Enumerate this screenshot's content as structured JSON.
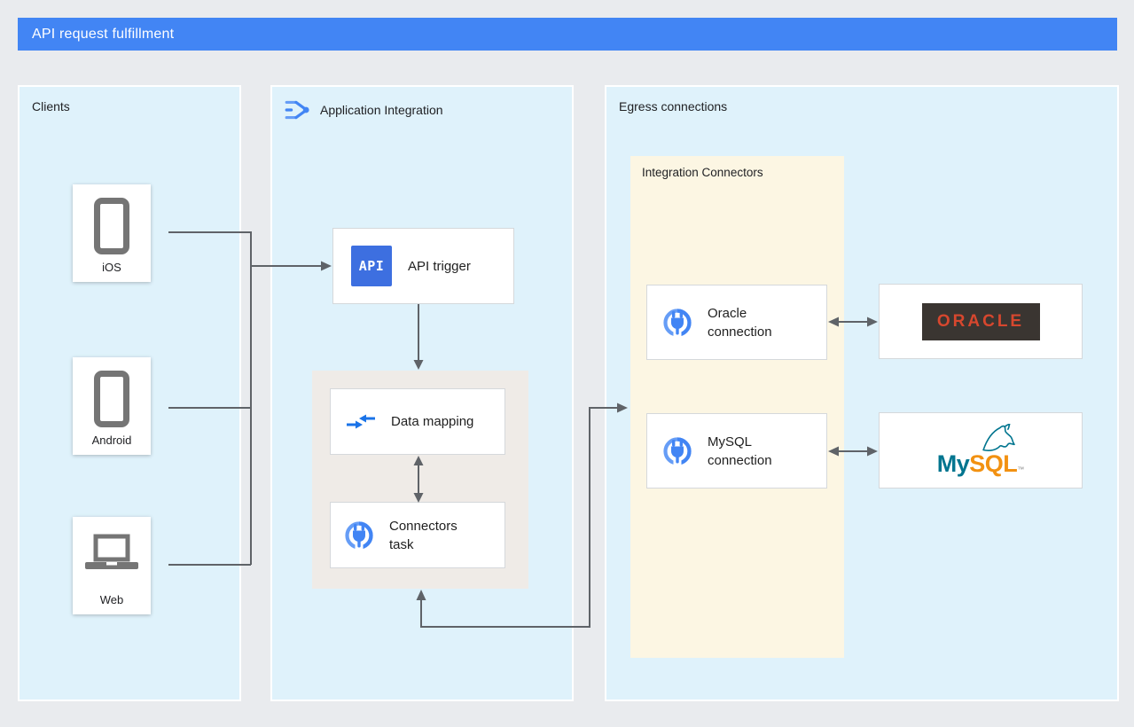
{
  "header": {
    "title": "API request fulfillment"
  },
  "clients_panel": {
    "label": "Clients",
    "items": [
      {
        "label": "iOS",
        "icon": "smartphone-icon"
      },
      {
        "label": "Android",
        "icon": "smartphone-icon"
      },
      {
        "label": "Web",
        "icon": "laptop-icon"
      }
    ]
  },
  "integration_panel": {
    "label": "Application Integration",
    "icon": "application-integration-icon",
    "api_trigger": {
      "label": "API trigger",
      "icon_text": "API"
    },
    "task_group": {
      "data_mapping": {
        "label": "Data mapping"
      },
      "connectors_task": {
        "label": "Connectors task"
      }
    }
  },
  "egress_panel": {
    "label": "Egress connections",
    "integration_connectors": {
      "label": "Integration Connectors",
      "connections": [
        {
          "label": "Oracle connection"
        },
        {
          "label": "MySQL connection"
        }
      ]
    },
    "targets": {
      "oracle": {
        "label": "ORACLE"
      },
      "mysql": {
        "my": "My",
        "sql": "SQL",
        "tm": "™"
      }
    }
  },
  "colors": {
    "header_bar": "#4285F4",
    "panel_fill": "#DFF2FB",
    "connectors_panel_fill": "#FCF6E3",
    "tasks_group_fill": "#EFEBE7",
    "connector_line": "#5F6368",
    "google_blue": "#4285F4",
    "oracle_red": "#D7472E",
    "oracle_dark": "#3A3531",
    "mysql_teal": "#00758F",
    "mysql_orange": "#F29111"
  }
}
